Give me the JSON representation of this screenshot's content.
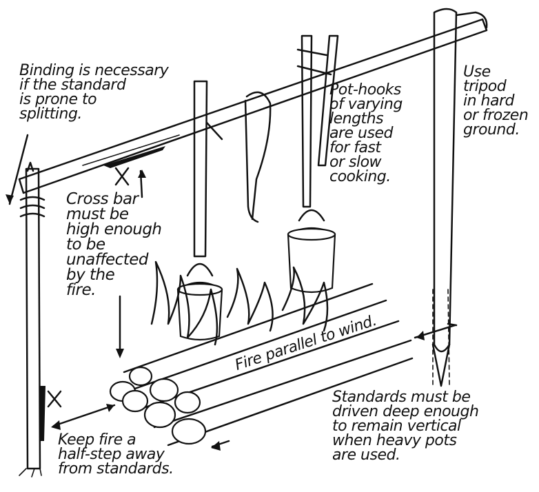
{
  "annotations": {
    "binding": [
      "Binding is necessary",
      "if the standard",
      "is prone to",
      "splitting."
    ],
    "pot_hooks": [
      "Pot-hooks",
      "of varying",
      "lengths",
      "are used",
      "for fast",
      "or slow",
      "cooking."
    ],
    "tripod": [
      "Use",
      "tripod",
      "in hard",
      "or frozen",
      "ground."
    ],
    "cross_bar": [
      "Cross bar",
      "must be",
      "high enough",
      "to be",
      "unaffected",
      "by the",
      "fire."
    ],
    "fire_direction": "Fire parallel to wind.",
    "standards_depth": [
      "Standards must be",
      "driven deep enough",
      "to remain vertical",
      "when heavy pots",
      "are used."
    ],
    "keep_fire": [
      "Keep fire a",
      "half-step away",
      "from standards."
    ]
  },
  "colors": {
    "ink": "#111111",
    "paper": "#ffffff"
  }
}
